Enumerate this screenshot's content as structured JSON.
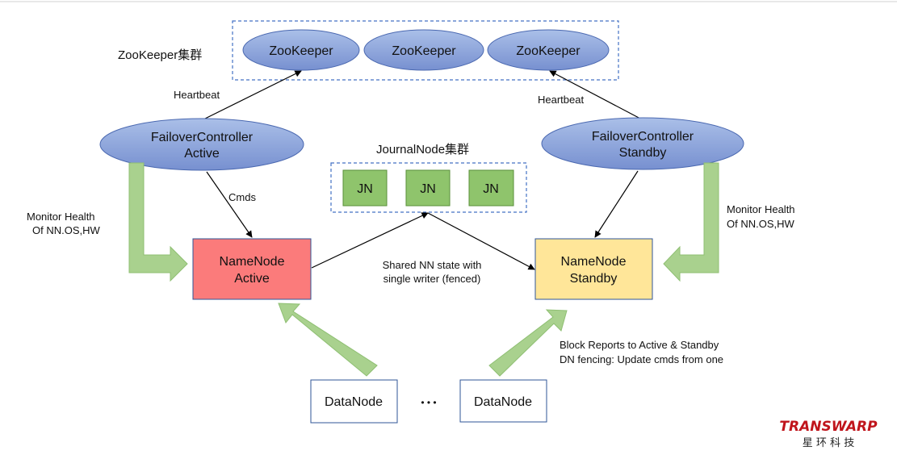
{
  "zookeeper": {
    "cluster_label": "ZooKeeper集群",
    "nodes": [
      "ZooKeeper",
      "ZooKeeper",
      "ZooKeeper"
    ]
  },
  "journal": {
    "cluster_label": "JournalNode集群",
    "nodes": [
      "JN",
      "JN",
      "JN"
    ]
  },
  "failover_active": {
    "line1": "FailoverController",
    "line2": "Active"
  },
  "failover_standby": {
    "line1": "FailoverController",
    "line2": "Standby"
  },
  "namenode_active": {
    "line1": "NameNode",
    "line2": "Active"
  },
  "namenode_standby": {
    "line1": "NameNode",
    "line2": "Standby"
  },
  "datanodes": [
    "DataNode",
    "DataNode"
  ],
  "ellipsis": "• • •",
  "labels": {
    "heartbeat_left": "Heartbeat",
    "heartbeat_right": "Heartbeat",
    "cmds": "Cmds",
    "monitor_left_1": "Monitor Health",
    "monitor_left_2": "Of NN.OS,HW",
    "monitor_right_1": "Monitor Health",
    "monitor_right_2": "Of NN.OS,HW",
    "shared_1": "Shared NN state with",
    "shared_2": "single writer (fenced)",
    "block_1": "Block Reports to Active & Standby",
    "block_2": "DN fencing: Update cmds from one"
  },
  "logo": {
    "name": "TRANSWARP",
    "sub": "星 环 科 技"
  },
  "colors": {
    "ellipse_fill_top": "#a8bde6",
    "ellipse_fill_bottom": "#7b93d2",
    "jn_fill": "#8fc46c",
    "namenode_active_fill": "#fb7b7b",
    "namenode_standby_fill": "#ffe699",
    "green_arrow": "#a9d18e",
    "box_border": "#2f5597",
    "logo_red": "#c0151c"
  }
}
